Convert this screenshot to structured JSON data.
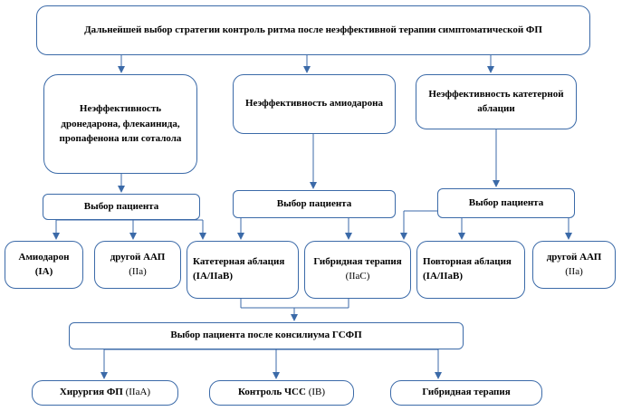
{
  "colors": {
    "border": "#3b6aa8",
    "arrow": "#3b6aa8",
    "background": "#ffffff"
  },
  "nodes": {
    "top": "Дальнейшей выбор стратегии контроль ритма после неэффективной терапии симптоматической ФП",
    "col1": "Неэффективность дронедарона, флекаинида, пропафенона или соталола",
    "col2": "Неэффективность амиодарона",
    "col3": "Неэффективность катетерной аблации",
    "choice1": "Выбор пациента",
    "choice2": "Выбор пациента",
    "choice3": "Выбор пациента",
    "amiodarone": "Амиодарон (IA)",
    "other_aap1_text": "другой ААП",
    "other_aap1_class": "(IIa)",
    "cath_ablation": "Катетерная аблация (IA/IIaB)",
    "hybrid_therapy_mid_text": "Гибридная терапия",
    "hybrid_therapy_mid_class": "(IIaC)",
    "repeat_ablation": "Повторная аблация (IA/IIaB)",
    "other_aap2_text": "другой ААП",
    "other_aap2_class": "(IIa)",
    "council": "Выбор пациента после консилиума ГСФП",
    "surgery_text": "Хирургия ФП",
    "surgery_class": "(IIaA)",
    "rate_control_text": "Контроль ЧСС",
    "rate_control_class": "(IB)",
    "hybrid_final": "Гибридная терапия"
  }
}
